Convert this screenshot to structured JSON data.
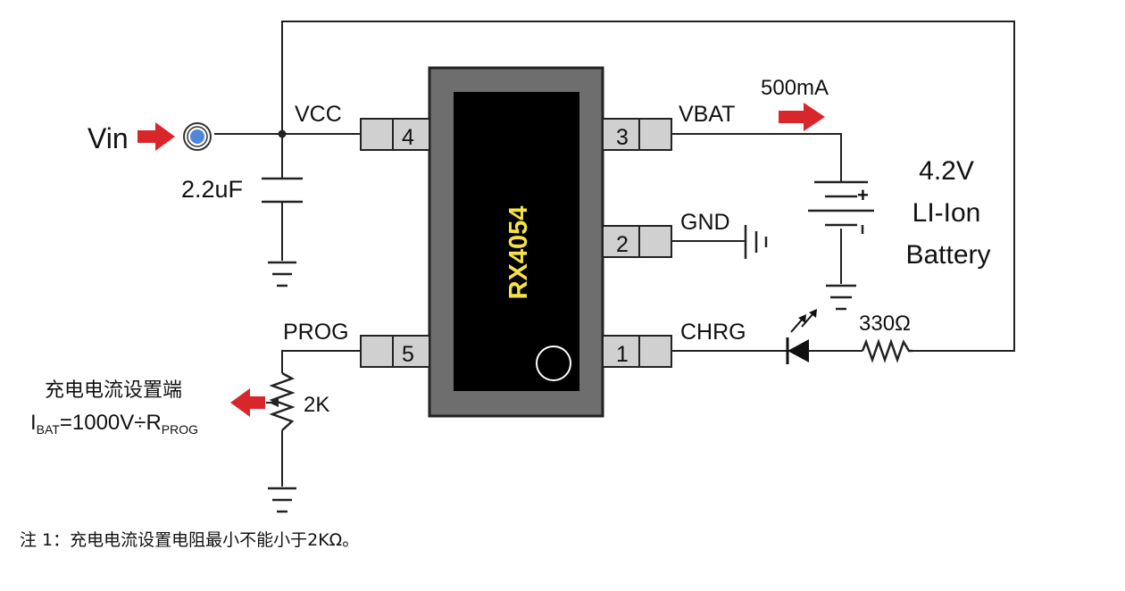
{
  "diagram": {
    "chip": {
      "name": "RX4054"
    },
    "pins": {
      "p4": {
        "number": "4",
        "signal": "VCC"
      },
      "p3": {
        "number": "3",
        "signal": "VBAT"
      },
      "p2": {
        "number": "2",
        "signal": "GND"
      },
      "p5": {
        "number": "5",
        "signal": "PROG"
      },
      "p1": {
        "number": "1",
        "signal": "CHRG"
      }
    },
    "input_label": "Vin",
    "capacitor_value": "2.2uF",
    "current_label": "500mA",
    "battery": {
      "plus": "+",
      "line1": "4.2V",
      "line2": "LI-Ion",
      "line3": "Battery"
    },
    "resistor_led_value": "330Ω",
    "resistor_prog_value": "2K",
    "prog_label_line1": "充电电流设置端",
    "formula": {
      "i": "I",
      "i_sub": "BAT",
      "middle": "=1000V÷R",
      "r_sub": "PROG"
    },
    "colors": {
      "arrow": "#d9262a",
      "chip_body": "#6e6e6e",
      "chip_die": "#000000",
      "chip_text": "#f5e24a",
      "pin_fill": "#d0d0d0",
      "wire": "#222222",
      "vin_dot": "#4f86d9"
    }
  },
  "note": "注 1：充电电流设置电阻最小不能小于2KΩ。"
}
